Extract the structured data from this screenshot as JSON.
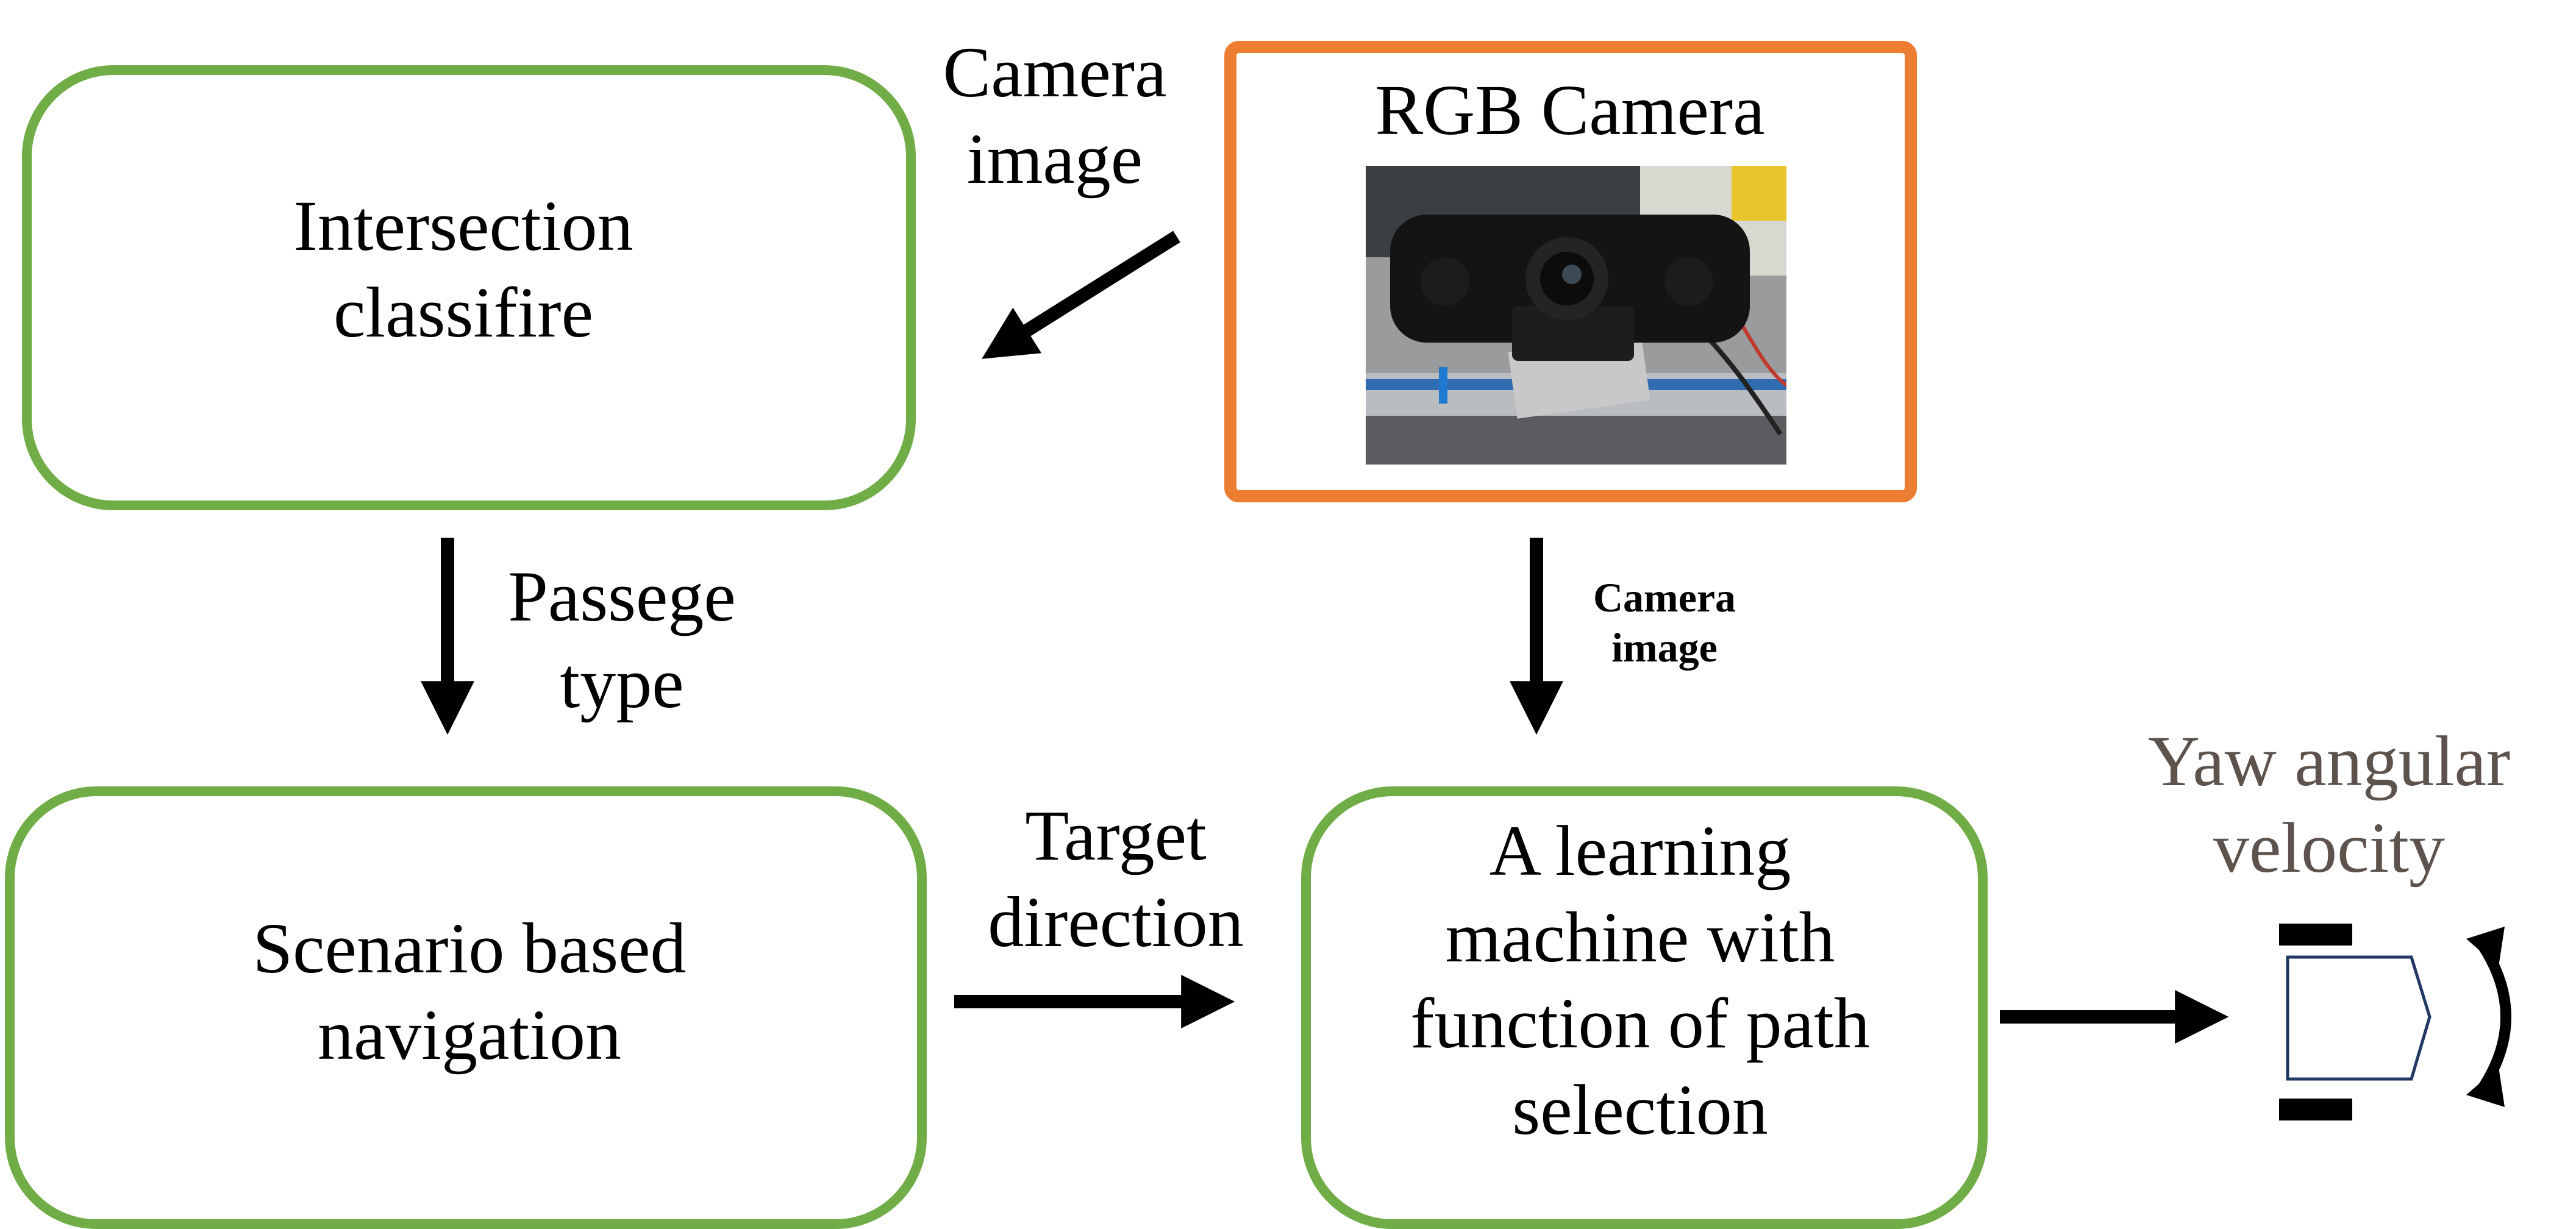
{
  "boxes": {
    "intersection": "Intersection classifire",
    "scenario": "Scenario based navigation",
    "learning": "A learning machine with function of path selection"
  },
  "camera": {
    "title": "RGB Camera"
  },
  "edges": {
    "camera_to_classifier": "Camera image",
    "classifier_to_scenario": "Passege type",
    "camera_to_learning": "Camera image",
    "scenario_to_learning": "Target direction"
  },
  "output": {
    "label": "Yaw angular velocity"
  },
  "colors": {
    "box_border": "#70ad47",
    "camera_border": "#ed7d31",
    "output_label": "#5d534c",
    "robot_outline": "#1f3864"
  }
}
